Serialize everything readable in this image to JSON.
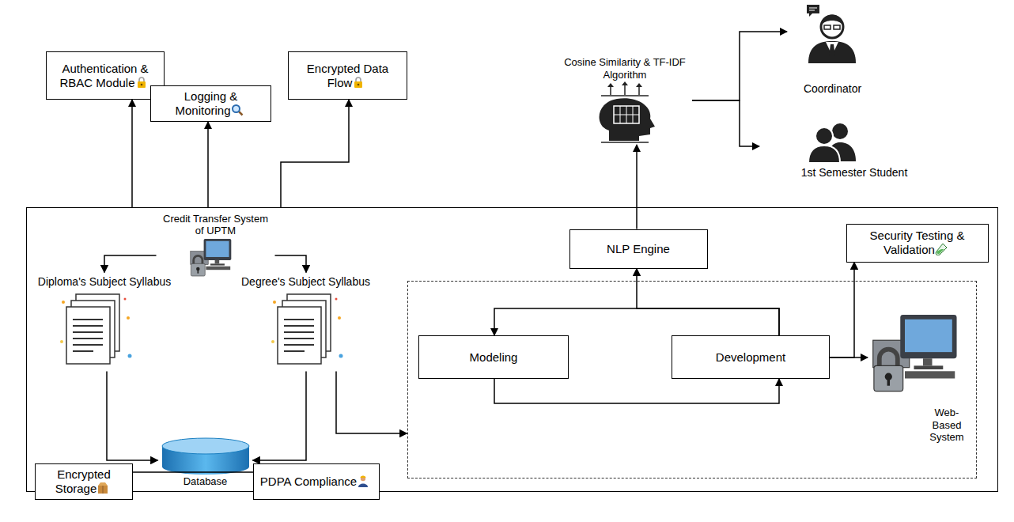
{
  "diagram": {
    "nodes": [
      {
        "text": [
          "Authentication & RBAC Module"
        ]
      },
      {
        "text": [
          "Logging & Monitoring"
        ]
      },
      {
        "text": [
          "Encrypted Data Flow"
        ]
      },
      {
        "text": [
          "Cosine Similarity & TF-IDF Algorithm"
        ]
      },
      {
        "text": [
          "Coordinator"
        ]
      },
      {
        "text": [
          "1st Semester Student"
        ]
      },
      {
        "text": []
      },
      {
        "text": [
          "Credit Transfer System of UPTM"
        ],
        "in": 6
      },
      {
        "text": [
          "Diploma's Subject Syllabus"
        ],
        "in": 6
      },
      {
        "text": [
          "Degree's Subject Syllabus"
        ],
        "in": 6
      },
      {
        "text": [
          "Database"
        ],
        "in": 6
      },
      {
        "text": [
          "NLP Engine"
        ],
        "in": 6
      },
      {
        "text": [
          "Security Testing & Validation"
        ],
        "in": 6
      },
      {
        "text": [],
        "in": 6
      },
      {
        "text": [
          "Modeling"
        ],
        "in": 13
      },
      {
        "text": [
          "Development"
        ],
        "in": 13
      },
      {
        "text": [
          "Web-Based System"
        ],
        "in": 13
      },
      {
        "text": [
          "Encrypted Storage"
        ]
      },
      {
        "text": [
          "PDPA Compliance"
        ]
      }
    ],
    "edges": [
      {
        "from": 6,
        "to": 0,
        "arrow": "to"
      },
      {
        "from": 6,
        "to": 1,
        "arrow": "to"
      },
      {
        "from": 6,
        "to": 2,
        "arrow": "to"
      },
      {
        "from": 7,
        "to": 8,
        "arrow": "to"
      },
      {
        "from": 7,
        "to": 9,
        "arrow": "to"
      },
      {
        "from": 8,
        "to": 10,
        "arrow": "to"
      },
      {
        "from": 9,
        "to": 10,
        "arrow": "to"
      },
      {
        "from": 9,
        "to": 13,
        "arrow": "to"
      },
      {
        "from": 14,
        "to": 15,
        "arrow": "to"
      },
      {
        "from": 15,
        "to": 14,
        "arrow": "to"
      },
      {
        "from": 15,
        "to": 11,
        "arrow": "to"
      },
      {
        "from": 15,
        "to": 16,
        "arrow": "to"
      },
      {
        "from": 15,
        "to": 12,
        "arrow": "to"
      },
      {
        "from": 11,
        "to": 3,
        "arrow": "to"
      },
      {
        "from": 3,
        "to": 4,
        "arrow": "to"
      },
      {
        "from": 3,
        "to": 5,
        "arrow": "to"
      },
      {
        "from": 17,
        "to": 18,
        "arrow": "none"
      }
    ]
  }
}
